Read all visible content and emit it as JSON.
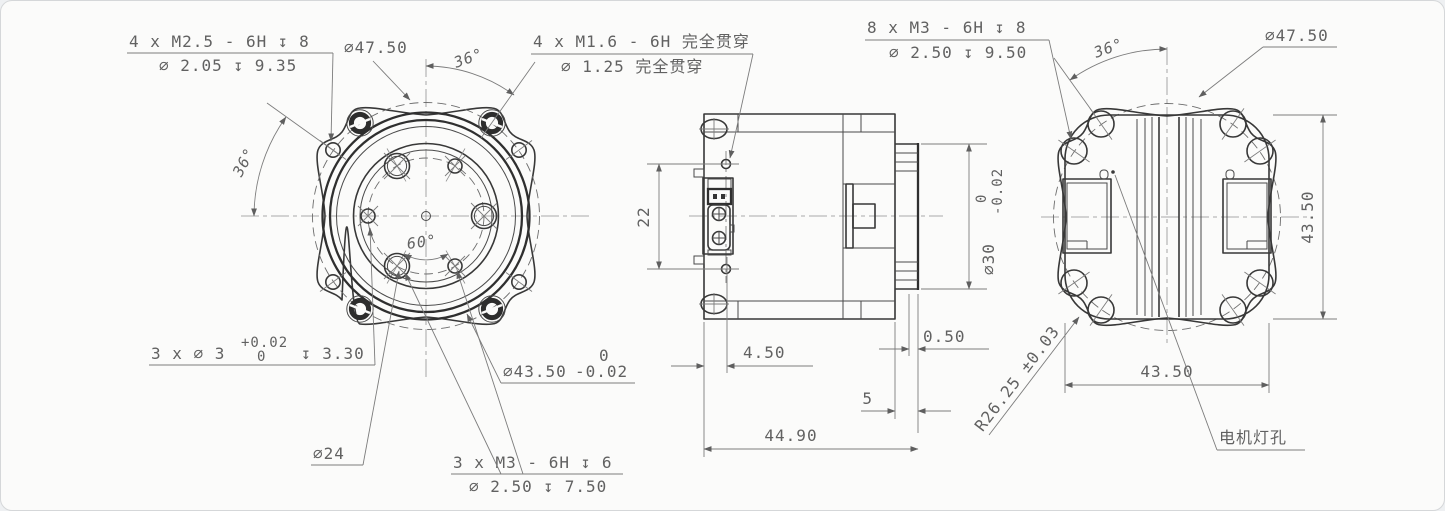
{
  "style": {
    "line_color": "#383838",
    "dim_color": "#6d6d6d",
    "background": "#fbfbfa"
  },
  "views": {
    "front": {
      "thread_note_1": "4 x  M2.5 - 6H  ↧ 8",
      "thread_note_2": "⌀ 2.05  ↧ 9.35",
      "bolt_circle_dia": "⌀47.50",
      "angle_top": "36°",
      "angle_left": "36°",
      "angle_inner": "60°",
      "pin_note_prefix": "3 x  ⌀ 3",
      "pin_note_tol_upper": "+0.02",
      "pin_note_tol_lower": "0",
      "pin_note_suffix": "↧  3.30",
      "inner_bolt_circle_dia": "⌀24",
      "inner_thread_note_1": "3 x  M3 - 6H  ↧ 6",
      "inner_thread_note_2": "⌀ 2.50  ↧ 7.50",
      "pilot_dia": "⌀43.50",
      "pilot_tol_upper": "0",
      "pilot_tol_lower": "-0.02"
    },
    "side": {
      "thread_note_1": "4 x  M1.6 - 6H  完全贯穿",
      "thread_note_2": "⌀ 1.25  完全贯穿",
      "dim_22": "22",
      "shaft_dia": "⌀30",
      "shaft_tol_upper": "0",
      "shaft_tol_lower": "-0.02",
      "dim_4_50": "4.50",
      "dim_0_50": "0.50",
      "dim_5": "5",
      "dim_44_90": "44.90"
    },
    "rear": {
      "thread_note_1": "8 x  M3 - 6H  ↧ 8",
      "thread_note_2": "⌀ 2.50  ↧ 9.50",
      "angle_top": "36°",
      "bolt_circle_dia": "⌀47.50",
      "height": "43.50",
      "width": "43.50",
      "radius_note": "R26.25 ±0.03",
      "light_hole_note": "电机灯孔"
    }
  }
}
